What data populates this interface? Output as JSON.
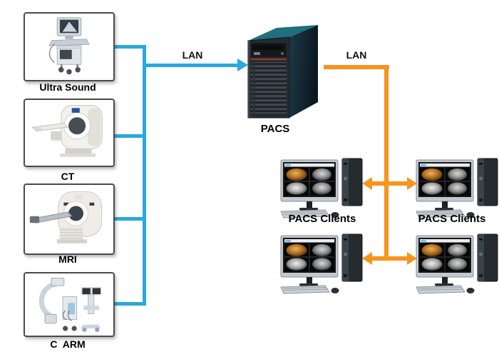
{
  "diagram": {
    "description": "PACS network architecture diagram"
  },
  "modalities": [
    {
      "id": "ultrasound",
      "label": "Ultra Sound"
    },
    {
      "id": "ct",
      "label": "CT"
    },
    {
      "id": "mri",
      "label": "MRI"
    },
    {
      "id": "c-arm",
      "label": "C  ARM"
    }
  ],
  "server": {
    "label": "PACS"
  },
  "network": {
    "modality_lan": {
      "label": "LAN",
      "color": "#29A8E1"
    },
    "client_lan": {
      "label": "LAN",
      "color": "#F7941E"
    }
  },
  "clients": {
    "workstations": [
      {
        "position": "top-left",
        "label": "PACS Clients"
      },
      {
        "position": "top-right",
        "label": "PACS Clients"
      },
      {
        "position": "bottom-left"
      },
      {
        "position": "bottom-right"
      }
    ]
  }
}
